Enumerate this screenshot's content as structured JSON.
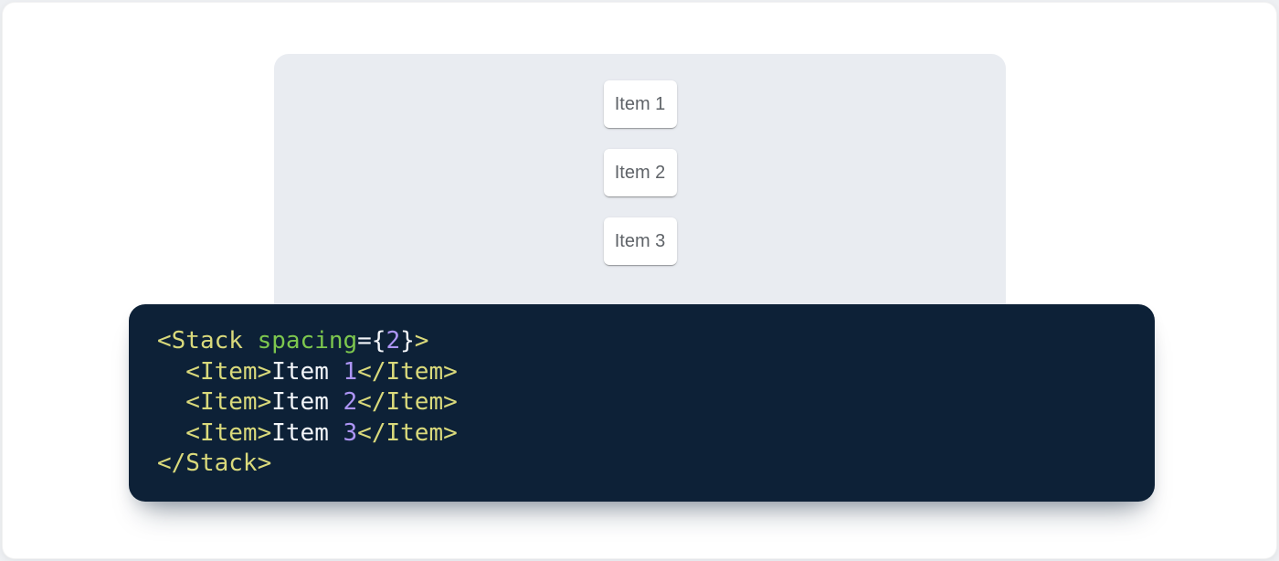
{
  "colors": {
    "outer_bg": "#eef0f3",
    "card_bg": "#ffffff",
    "panel_bg": "#e9ecf1",
    "item_bg": "#ffffff",
    "item_text": "#5f6368",
    "code_bg": "#0d2137",
    "tok_tag": "#d9d97b",
    "tok_attr": "#7dc74e",
    "tok_num": "#ad95f5",
    "tok_plain": "#f2f5f9",
    "tok_punct": "#f2f5f9"
  },
  "preview": {
    "items": [
      {
        "label": "Item 1"
      },
      {
        "label": "Item 2"
      },
      {
        "label": "Item 3"
      }
    ]
  },
  "code": {
    "language": "jsx",
    "text": "<Stack spacing={2}>\n  <Item>Item 1</Item>\n  <Item>Item 2</Item>\n  <Item>Item 3</Item>\n</Stack>",
    "lines": [
      [
        {
          "t": "<Stack ",
          "y": "tag"
        },
        {
          "t": "spacing",
          "y": "attr"
        },
        {
          "t": "={",
          "y": "punct"
        },
        {
          "t": "2",
          "y": "num"
        },
        {
          "t": "}",
          "y": "punct"
        },
        {
          "t": ">",
          "y": "tag"
        }
      ],
      [
        {
          "t": "  <Item>",
          "y": "tag"
        },
        {
          "t": "Item ",
          "y": "plain"
        },
        {
          "t": "1",
          "y": "num"
        },
        {
          "t": "</Item>",
          "y": "tag"
        }
      ],
      [
        {
          "t": "  <Item>",
          "y": "tag"
        },
        {
          "t": "Item ",
          "y": "plain"
        },
        {
          "t": "2",
          "y": "num"
        },
        {
          "t": "</Item>",
          "y": "tag"
        }
      ],
      [
        {
          "t": "  <Item>",
          "y": "tag"
        },
        {
          "t": "Item ",
          "y": "plain"
        },
        {
          "t": "3",
          "y": "num"
        },
        {
          "t": "</Item>",
          "y": "tag"
        }
      ],
      [
        {
          "t": "</Stack>",
          "y": "tag"
        }
      ]
    ]
  }
}
